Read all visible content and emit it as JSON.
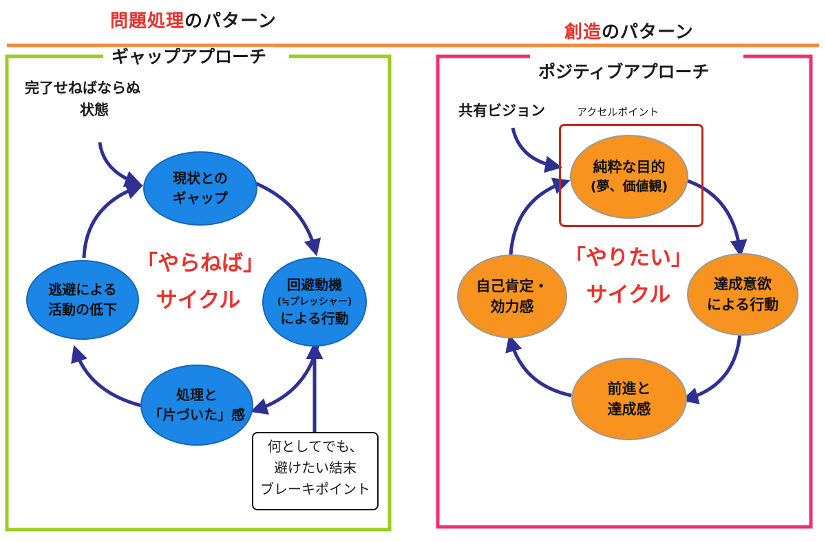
{
  "left": {
    "header": {
      "accent": "問題処理",
      "rest": "のパターン"
    },
    "approach_title": "ギャップアプローチ",
    "input_label": {
      "line1": "完了せねばならぬ",
      "line2": "状態"
    },
    "center_label": {
      "line1": "「やらねば」",
      "line2": "サイクル"
    },
    "nodes": {
      "gap": {
        "line1": "現状との",
        "line2": "ギャップ"
      },
      "avoid": {
        "line1": "回避動機",
        "line2": "(≒プレッシャー)",
        "line3": "による行動"
      },
      "done": {
        "line1": "処理と",
        "line2": "「片づいた」感"
      },
      "escape": {
        "line1": "逃避による",
        "line2": "活動の低下"
      }
    },
    "break_point": {
      "line1": "何としてでも、",
      "line2": "避けたい結末",
      "line3": "ブレーキポイント"
    },
    "colors": {
      "border": "#9acd1e",
      "node": "#1b86e6"
    }
  },
  "right": {
    "header": {
      "accent": "創造",
      "rest": "のパターン"
    },
    "approach_title": "ポジティブアプローチ",
    "input_label": "共有ビジョン",
    "accel_label": "アクセルポイント",
    "center_label": {
      "line1": "「やりたい」",
      "line2": "サイクル"
    },
    "nodes": {
      "purpose": {
        "line1": "純粋な目的",
        "line2": "(夢、価値観)"
      },
      "motivation": {
        "line1": "達成意欲",
        "line2": "による行動"
      },
      "progress": {
        "line1": "前進と",
        "line2": "達成感"
      },
      "efficacy": {
        "line1": "自己肯定・",
        "line2": "効力感"
      }
    },
    "colors": {
      "border": "#ef2f6e",
      "node": "#f7931e"
    }
  },
  "colors": {
    "arrow": "#2e3192",
    "header_line": "#f48a3a",
    "accent_text": "#e8312b"
  }
}
